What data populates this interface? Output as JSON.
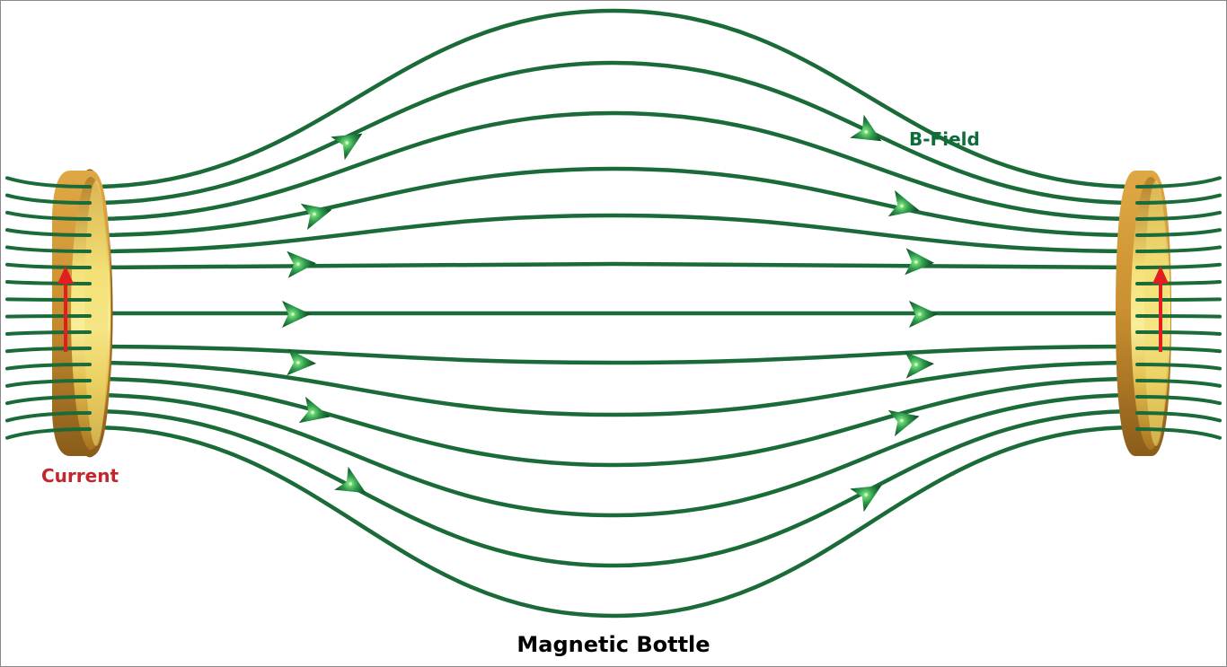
{
  "labels": {
    "current": "Current",
    "b_field": "B-Field",
    "title": "Magnetic Bottle"
  },
  "colors": {
    "field_line": "#1a6b38",
    "arrow_fill": "#2d9a4a",
    "arrow_highlight": "#7fe07f",
    "current_arrow": "#e02020",
    "label_current": "#c1272d",
    "label_bfield": "#0e6b3a",
    "coil_gold": "#d9a441",
    "coil_dark": "#9a6a20",
    "coil_inner": "#f2dd6a"
  },
  "icons": [
    "left-coil",
    "right-coil",
    "current-arrow-icon",
    "field-direction-arrow-icon"
  ]
}
